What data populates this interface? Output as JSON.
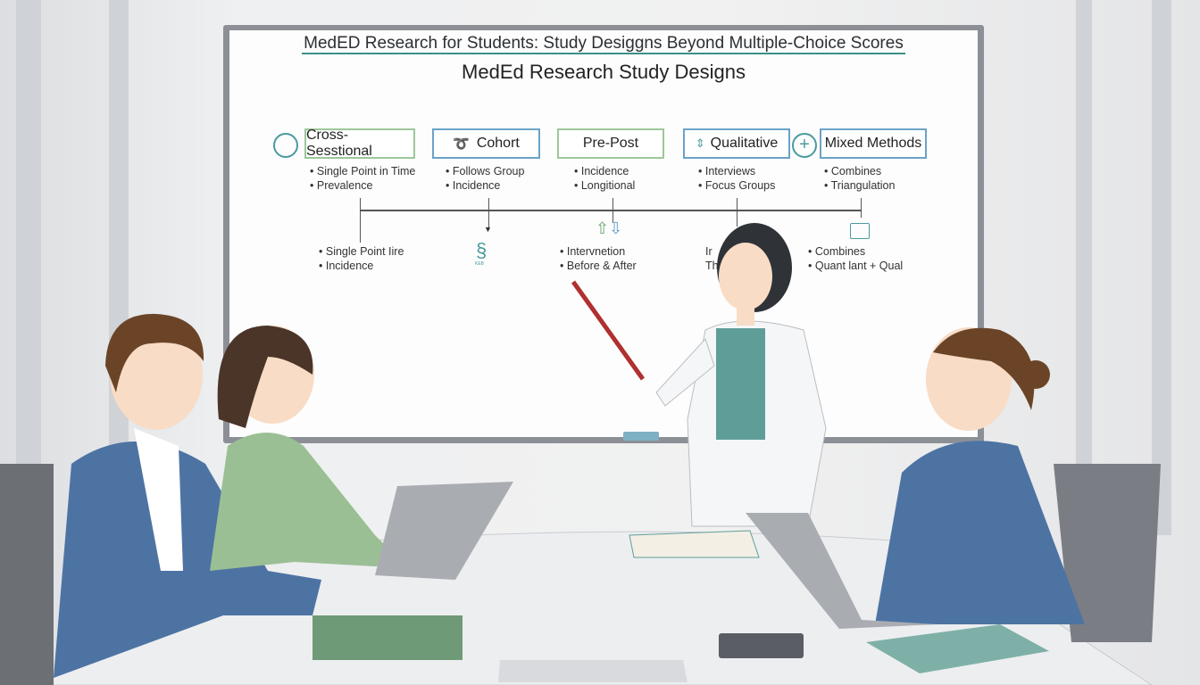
{
  "board": {
    "title": "MedED Research for Students: Study Desiggns Beyond Multiple-Choice Scores",
    "subtitle": "MedEd Research Study Designs",
    "designs": [
      {
        "label": "Cross-Sesstional",
        "icon": "clock-icon",
        "bullets": [
          "Single Point in Time",
          "Prevalence"
        ],
        "lower": [
          "Single Point Iire",
          "Incidence"
        ]
      },
      {
        "label": "Cohort",
        "icon": "path-icon",
        "bullets": [
          "Follows Group",
          "Incidence"
        ],
        "lower_icon": "chain-icon",
        "lower_icon_text": "KEB"
      },
      {
        "label": "Pre-Post",
        "bullets": [
          "Incidence",
          "Longitional"
        ],
        "lower_icon": "up-down-arrows-icon",
        "lower": [
          "Intervnetion",
          "Before & After"
        ]
      },
      {
        "label": "Qualitative",
        "icon": "triangles-icon",
        "bullets": [
          "Interviews",
          "Focus Groups"
        ],
        "lower": [
          "Ir",
          "Th"
        ]
      },
      {
        "label": "Mixed Methods",
        "icon": "plus-circle-icon",
        "bullets": [
          "Combines",
          "Triangulation"
        ],
        "lower_icon": "speech-bubble-icon",
        "lower": [
          "Combines",
          "Quant lant + Qual"
        ]
      }
    ]
  },
  "colors": {
    "green_border": "#9cc79a",
    "blue_border": "#6aa3c8",
    "teal": "#4a9a9e",
    "jacket_blue": "#4d73a3",
    "cardigan_green": "#9bbf94",
    "coat_white": "#f5f6f7"
  }
}
